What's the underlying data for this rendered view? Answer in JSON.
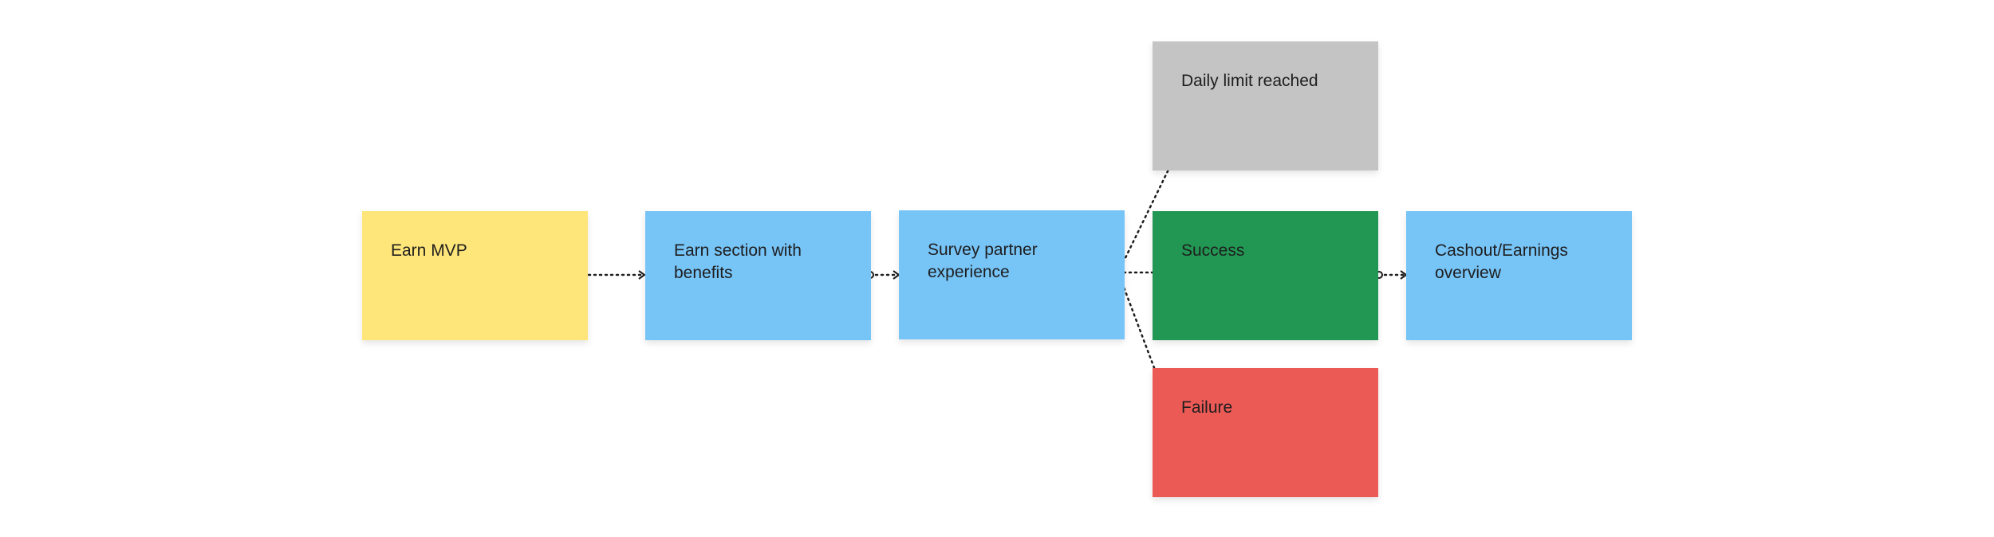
{
  "stickies": {
    "earn_mvp": {
      "label": "Earn MVP",
      "color": "#fee67a"
    },
    "earn_section": {
      "label": "Earn section with benefits",
      "color": "#77c4f7"
    },
    "survey_partner": {
      "label": "Survey partner experience",
      "color": "#77c4f7"
    },
    "daily_limit": {
      "label": "Daily limit reached",
      "color": "#c4c4c4"
    },
    "success": {
      "label": "Success",
      "color": "#229754"
    },
    "failure": {
      "label": "Failure",
      "color": "#ec5a56"
    },
    "cashout": {
      "label": "Cashout/Earnings overview",
      "color": "#77c4f7"
    }
  },
  "connector_color": "#1e1e1e"
}
